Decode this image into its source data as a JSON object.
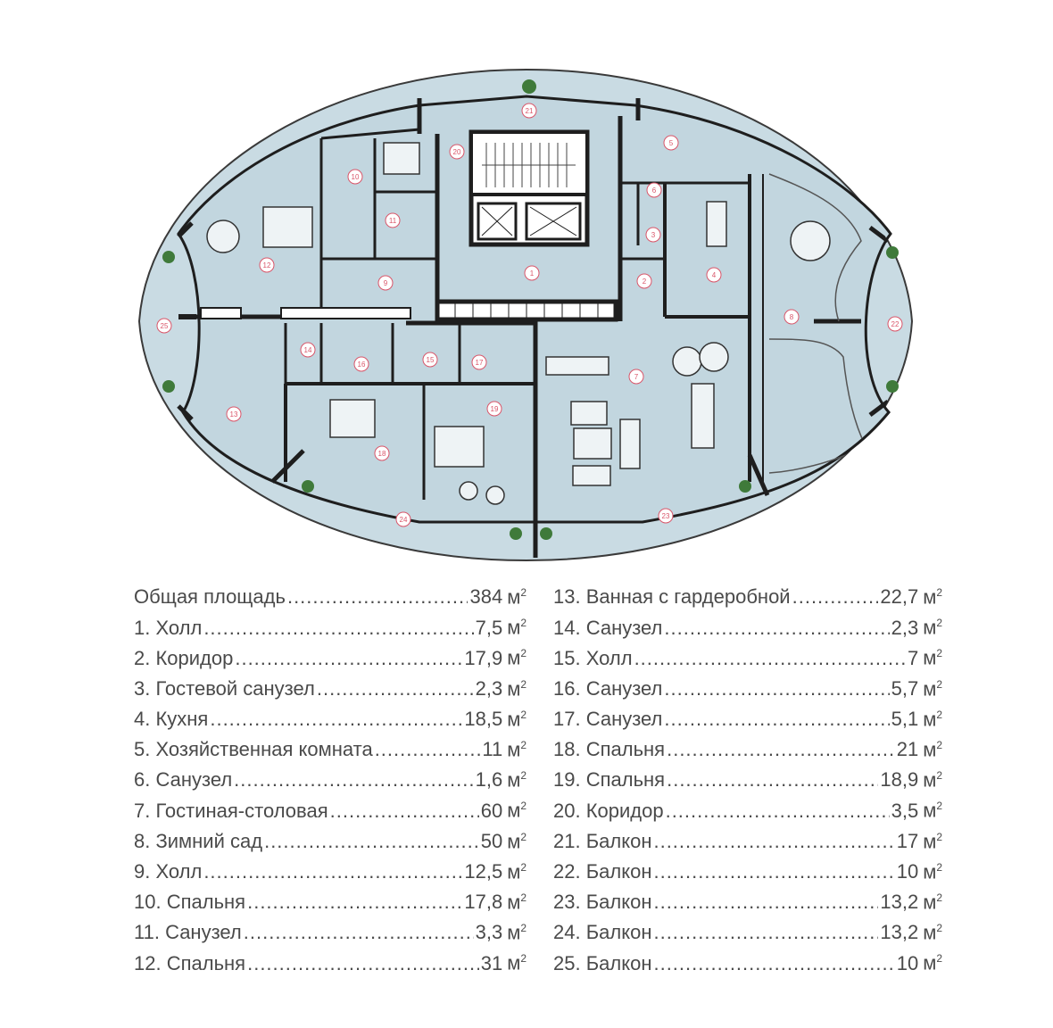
{
  "legend": {
    "unit": "м",
    "unit_power": "2",
    "left": [
      {
        "label": "Общая площадь",
        "area": "384"
      },
      {
        "label": "1. Холл",
        "area": "7,5"
      },
      {
        "label": "2. Коридор",
        "area": "17,9"
      },
      {
        "label": "3. Гостевой санузел",
        "area": "2,3"
      },
      {
        "label": "4. Кухня",
        "area": "18,5"
      },
      {
        "label": "5. Хозяйственная комната",
        "area": "11"
      },
      {
        "label": "6. Санузел",
        "area": "1,6"
      },
      {
        "label": "7. Гостиная-столовая",
        "area": "60"
      },
      {
        "label": "8. Зимний сад",
        "area": "50"
      },
      {
        "label": "9. Холл",
        "area": "12,5"
      },
      {
        "label": "10. Спальня",
        "area": "17,8"
      },
      {
        "label": "11. Санузел",
        "area": "3,3"
      },
      {
        "label": "12. Спальня",
        "area": "31"
      }
    ],
    "right": [
      {
        "label": "13. Ванная с гардеробной",
        "area": "22,7"
      },
      {
        "label": "14. Санузел",
        "area": "2,3"
      },
      {
        "label": "15. Холл",
        "area": "7"
      },
      {
        "label": "16. Санузел",
        "area": "5,7"
      },
      {
        "label": "17. Санузел",
        "area": "5,1"
      },
      {
        "label": "18. Спальня",
        "area": "21"
      },
      {
        "label": "19. Спальня",
        "area": "18,9"
      },
      {
        "label": "20. Коридор",
        "area": "3,5"
      },
      {
        "label": "21. Балкон",
        "area": "17"
      },
      {
        "label": "22. Балкон",
        "area": "10"
      },
      {
        "label": "23. Балкон",
        "area": "13,2"
      },
      {
        "label": "24. Балкон",
        "area": "13,2"
      },
      {
        "label": "25. Балкон",
        "area": "10"
      }
    ]
  },
  "plan": {
    "room_numbers": [
      "1",
      "2",
      "3",
      "4",
      "5",
      "6",
      "7",
      "8",
      "9",
      "10",
      "11",
      "12",
      "13",
      "14",
      "15",
      "16",
      "17",
      "18",
      "19",
      "20",
      "21",
      "22",
      "23",
      "24",
      "25"
    ],
    "colors": {
      "floor": "#c9dbe3",
      "wall": "#1e1e1e",
      "label_ring": "#d9566a",
      "plant": "#3f7a3a"
    }
  }
}
